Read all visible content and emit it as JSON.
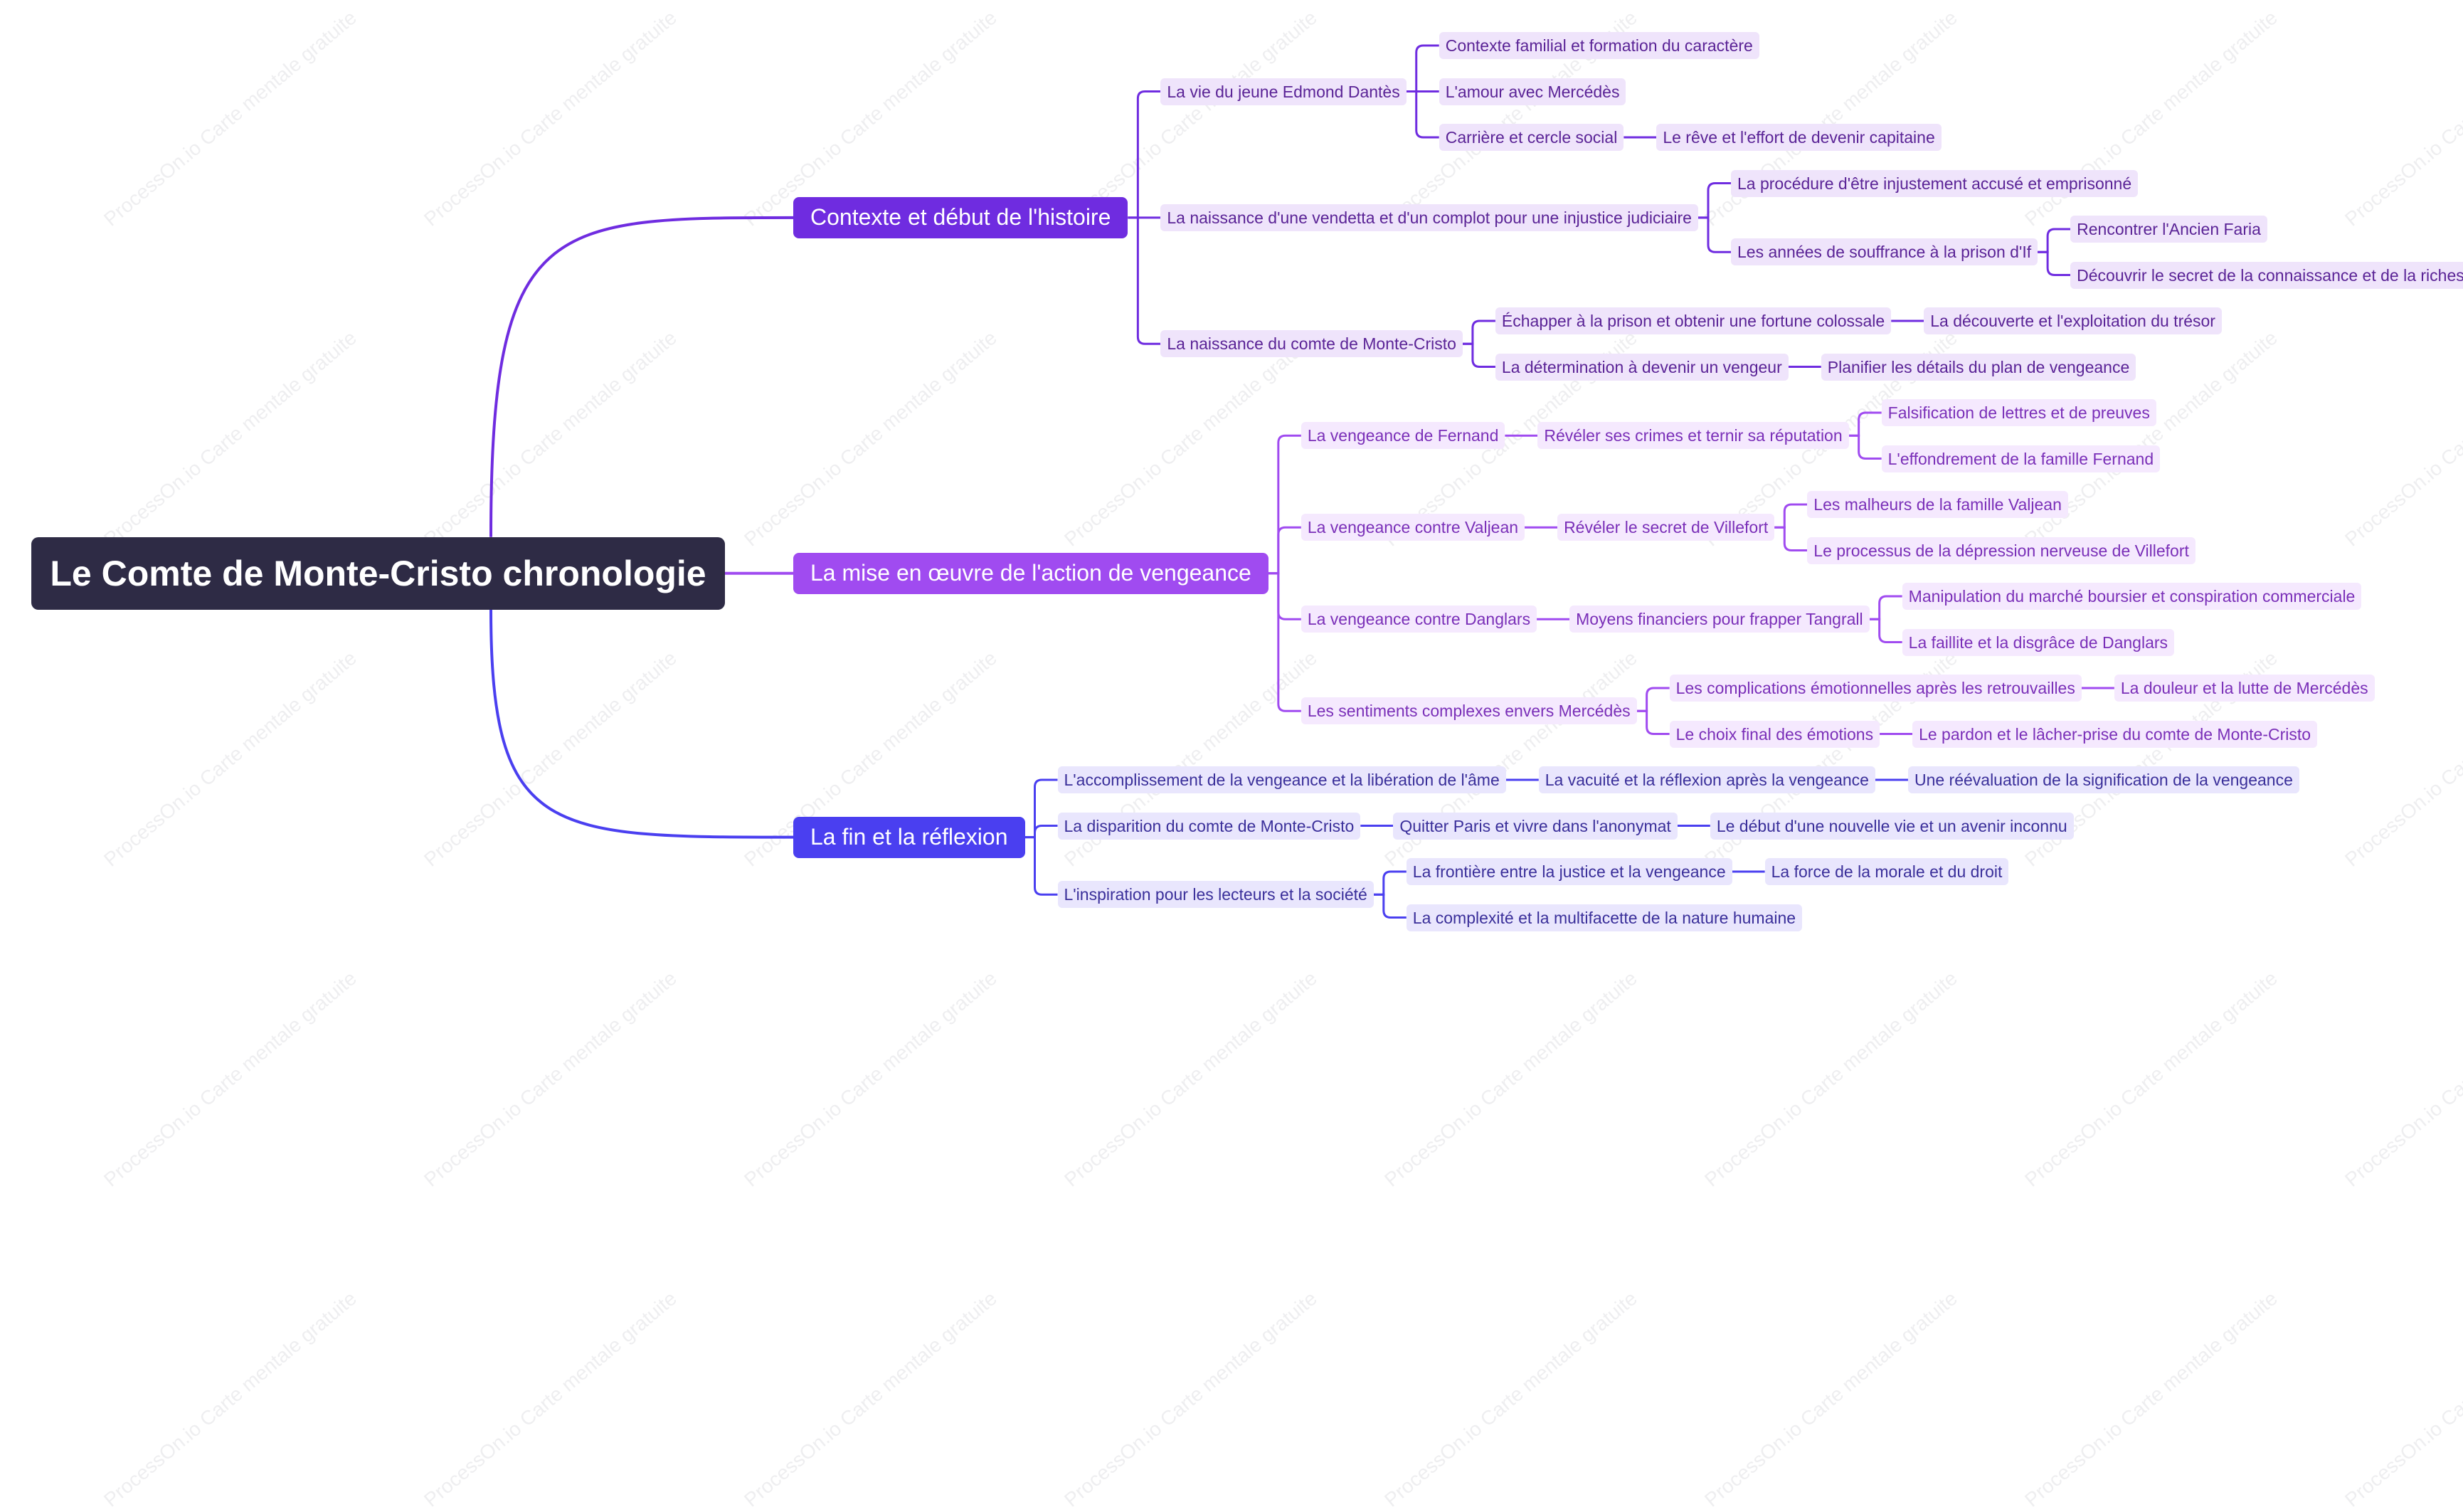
{
  "watermark": "ProcessOn.io Carte mentale gratuite",
  "colors": {
    "root_bg": "#2e2b45",
    "branches": [
      {
        "main": "#6f2ce0",
        "leaf_bg": "#efe4fb",
        "leaf_text": "#5a2396"
      },
      {
        "main": "#a04bf0",
        "leaf_bg": "#f5e9fe",
        "leaf_text": "#7a2fb8"
      },
      {
        "main": "#4a3ff0",
        "leaf_bg": "#e9e6fd",
        "leaf_text": "#3a2f9a"
      }
    ]
  },
  "root": "Le Comte de Monte-Cristo chronologie",
  "branches": [
    {
      "label": "Contexte et début de l'histoire",
      "children": [
        {
          "label": "La vie du jeune Edmond Dantès",
          "children": [
            {
              "label": "Contexte familial et formation du caractère"
            },
            {
              "label": "L'amour avec Mercédès"
            },
            {
              "label": "Carrière et cercle social",
              "children": [
                {
                  "label": "Le rêve et l'effort de devenir capitaine"
                }
              ]
            }
          ]
        },
        {
          "label": "La naissance d'une vendetta et d'un complot pour une injustice judiciaire",
          "children": [
            {
              "label": "La procédure d'être injustement accusé et emprisonné"
            },
            {
              "label": "Les années de souffrance à la prison d'If",
              "children": [
                {
                  "label": "Rencontrer l'Ancien Faria"
                },
                {
                  "label": "Découvrir le secret de la connaissance et de la richesse"
                }
              ]
            }
          ]
        },
        {
          "label": "La naissance du comte de Monte-Cristo",
          "children": [
            {
              "label": "Échapper à la prison et obtenir une fortune colossale",
              "children": [
                {
                  "label": "La découverte et l'exploitation du trésor"
                }
              ]
            },
            {
              "label": "La détermination à devenir un vengeur",
              "children": [
                {
                  "label": "Planifier les détails du plan de vengeance"
                }
              ]
            }
          ]
        }
      ]
    },
    {
      "label": "La mise en œuvre de l'action de vengeance",
      "children": [
        {
          "label": "La vengeance de Fernand",
          "children": [
            {
              "label": "Révéler ses crimes et ternir sa réputation",
              "children": [
                {
                  "label": "Falsification de lettres et de preuves"
                },
                {
                  "label": "L'effondrement de la famille Fernand"
                }
              ]
            }
          ]
        },
        {
          "label": "La vengeance contre Valjean",
          "children": [
            {
              "label": "Révéler le secret de Villefort",
              "children": [
                {
                  "label": "Les malheurs de la famille Valjean"
                },
                {
                  "label": "Le processus de la dépression nerveuse de Villefort"
                }
              ]
            }
          ]
        },
        {
          "label": "La vengeance contre Danglars",
          "children": [
            {
              "label": "Moyens financiers pour frapper Tangrall",
              "children": [
                {
                  "label": "Manipulation du marché boursier et conspiration commerciale"
                },
                {
                  "label": "La faillite et la disgrâce de Danglars"
                }
              ]
            }
          ]
        },
        {
          "label": "Les sentiments complexes envers Mercédès",
          "children": [
            {
              "label": "Les complications émotionnelles après les retrouvailles",
              "children": [
                {
                  "label": "La douleur et la lutte de Mercédès"
                }
              ]
            },
            {
              "label": "Le choix final des émotions",
              "children": [
                {
                  "label": "Le pardon et le lâcher-prise du comte de Monte-Cristo"
                }
              ]
            }
          ]
        }
      ]
    },
    {
      "label": "La fin et la réflexion",
      "children": [
        {
          "label": "L'accomplissement de la vengeance et la libération de l'âme",
          "children": [
            {
              "label": "La vacuité et la réflexion après la vengeance",
              "children": [
                {
                  "label": "Une réévaluation de la signification de la vengeance"
                }
              ]
            }
          ]
        },
        {
          "label": "La disparition du comte de Monte-Cristo",
          "children": [
            {
              "label": "Quitter Paris et vivre dans l'anonymat",
              "children": [
                {
                  "label": "Le début d'une nouvelle vie et un avenir inconnu"
                }
              ]
            }
          ]
        },
        {
          "label": "L'inspiration pour les lecteurs et la société",
          "children": [
            {
              "label": "La frontière entre la justice et la vengeance",
              "children": [
                {
                  "label": "La force de la morale et du droit"
                }
              ]
            },
            {
              "label": "La complexité et la multifacette de la nature humaine"
            }
          ]
        }
      ]
    }
  ]
}
